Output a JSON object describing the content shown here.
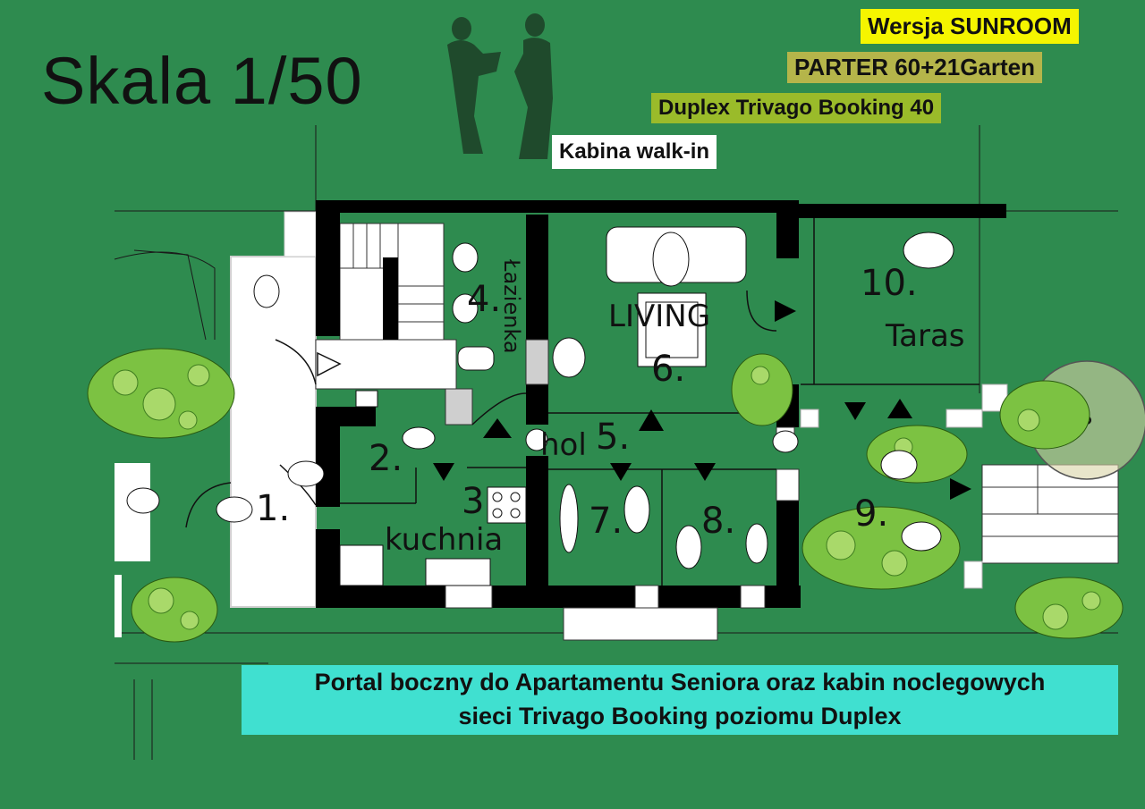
{
  "header": {
    "scale": "Skala 1/50",
    "tags": {
      "sunroom": "Wersja SUNROOM",
      "parter": "PARTER 60+21Garten",
      "duplex": "Duplex Trivago  Booking 40",
      "kabina": "Kabina walk-in"
    }
  },
  "rooms": {
    "r1": "1.",
    "r2": "2.",
    "r3": "3",
    "r3_name": "kuchnia",
    "r4": "4.",
    "r4_name": "Łazienka",
    "r5": "5.",
    "r5_name": "hol",
    "r6_name": "LIVING",
    "r6": "6.",
    "r7": "7.",
    "r8": "8.",
    "r9": "9.",
    "r10": "10.",
    "r10_name": "Taras"
  },
  "caption": {
    "line1": "Portal boczny do Apartamentu Seniora oraz kabin noclegowych",
    "line2": "sieci Trivago Booking poziomu Duplex"
  },
  "colors": {
    "background": "#2e8b4f",
    "walls": "#000000",
    "sunroom_tag": "#f5f500",
    "parter_tag": "#b5b54a",
    "duplex_tag": "#9abb2a",
    "caption_bg": "#40e0d0",
    "shrubs": "#7cc242"
  }
}
